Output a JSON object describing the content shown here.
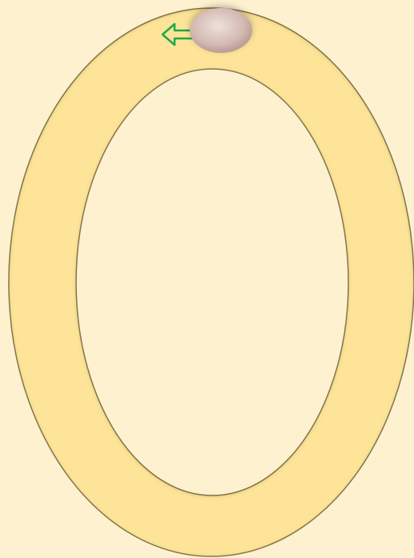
{
  "colors": {
    "background": "#fef1d0",
    "track_fill": "#fde498",
    "track_edge": "#8a7a4e",
    "arrow": "#1fa84a",
    "finger": "#d8bdb6"
  },
  "icons": {
    "direction_arrow": "arrow-left-icon",
    "touch_point": "finger-touch-icon"
  },
  "tracing": {
    "glyph": "0",
    "direction": "counter-clockwise",
    "start": "top"
  }
}
